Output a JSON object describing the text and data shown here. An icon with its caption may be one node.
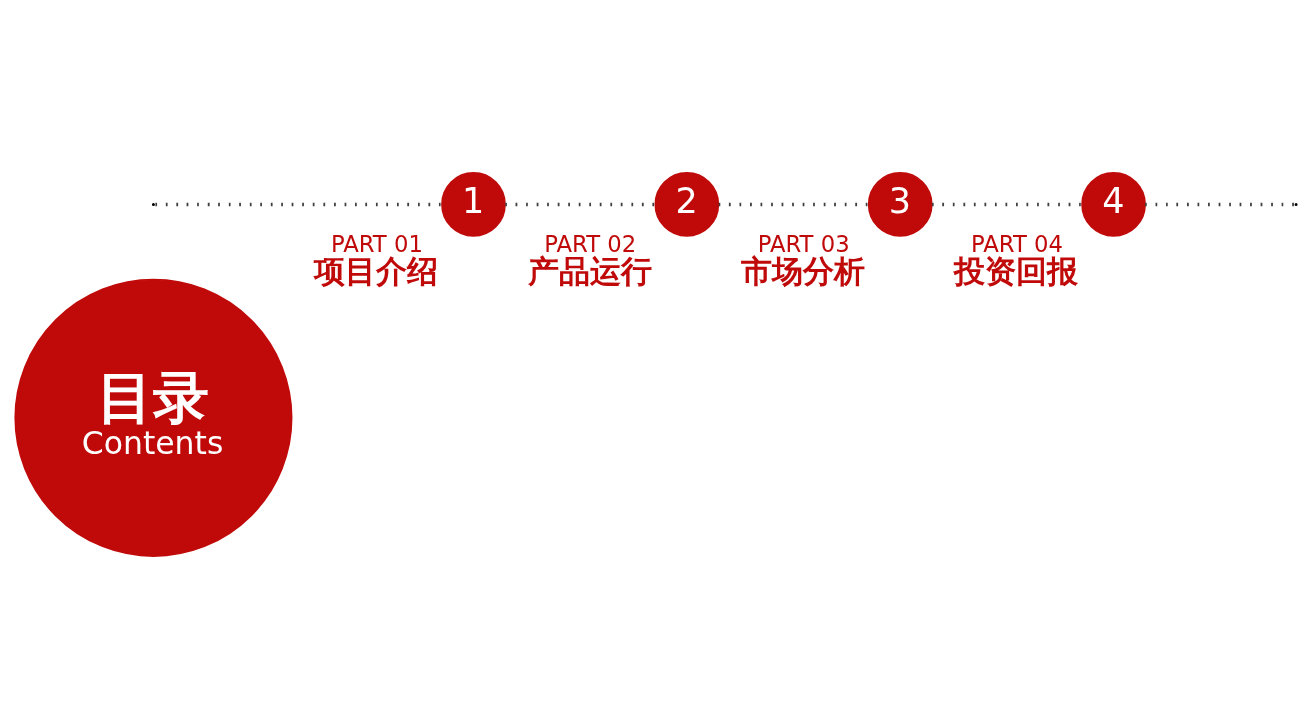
{
  "diagram": {
    "nodes": [
      {
        "text": [
          "目录",
          "Contents"
        ]
      },
      {
        "text": [
          "1"
        ],
        "beside": [
          "PART 01",
          "项目介绍"
        ]
      },
      {
        "text": [
          "2"
        ],
        "beside": [
          "PART 02",
          "产品运行"
        ]
      },
      {
        "text": [
          "3"
        ],
        "beside": [
          "PART 03",
          "市场分析"
        ]
      },
      {
        "text": [
          "4"
        ],
        "beside": [
          "PART 04",
          "投资回报"
        ]
      }
    ],
    "edges": [
      {
        "from": null,
        "to": 1,
        "arrow": "none",
        "style": "dashed"
      },
      {
        "from": 1,
        "to": 2,
        "arrow": "none",
        "style": "dashed"
      },
      {
        "from": 2,
        "to": 3,
        "arrow": "none",
        "style": "dashed"
      },
      {
        "from": 3,
        "to": 4,
        "arrow": "none",
        "style": "dashed"
      },
      {
        "from": 4,
        "to": null,
        "arrow": "none",
        "style": "dashed"
      }
    ]
  }
}
